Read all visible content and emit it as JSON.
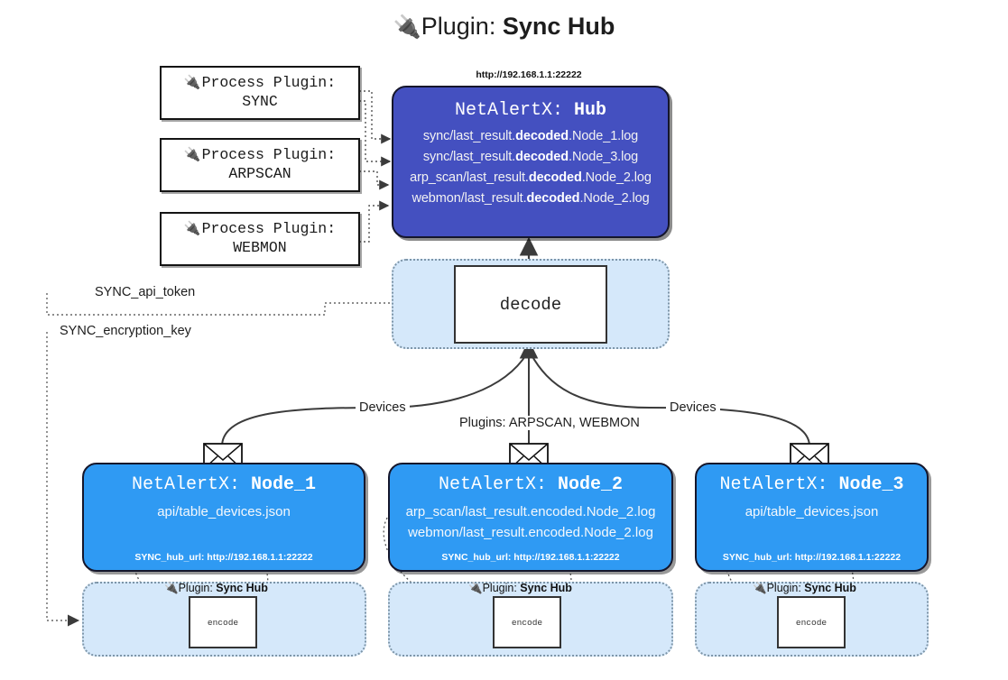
{
  "title": {
    "icon": "plug-icon",
    "glyph": "🔌",
    "prefix": "Plugin: ",
    "name": "Sync Hub"
  },
  "process_plugins": [
    {
      "line1": "Process Plugin:",
      "line2": "SYNC",
      "icon": "plug-icon",
      "glyph": "🔌"
    },
    {
      "line1": "Process Plugin:",
      "line2": "ARPSCAN",
      "icon": "plug-icon",
      "glyph": "🔌"
    },
    {
      "line1": "Process Plugin:",
      "line2": "WEBMON",
      "icon": "plug-icon",
      "glyph": "🔌"
    }
  ],
  "hub": {
    "url": "http://192.168.1.1:22222",
    "title_prefix": "NetAlertX: ",
    "title_name": "Hub",
    "logs": [
      {
        "pre": "sync/last_result.",
        "em": "decoded",
        "post": ".Node_1.log"
      },
      {
        "pre": "sync/last_result.",
        "em": "decoded",
        "post": ".Node_3.log"
      },
      {
        "pre": "arp_scan/last_result.",
        "em": "decoded",
        "post": ".Node_2.log"
      },
      {
        "pre": "webmon/last_result.",
        "em": "decoded",
        "post": ".Node_2.log"
      }
    ]
  },
  "decode": {
    "label": "decode"
  },
  "keys": {
    "api_token": "SYNC_api_token",
    "encryption_key": "SYNC_encryption_key"
  },
  "edge_labels": {
    "devices_left": "Devices",
    "devices_right": "Devices",
    "plugins_mid": "Plugins: ARPSCAN, WEBMON"
  },
  "nodes": [
    {
      "title_prefix": "NetAlertX: ",
      "title_name": "Node_1",
      "lines": [
        "api/table_devices.json"
      ],
      "footer": "SYNC_hub_url: http://192.168.1.1:22222",
      "icon": "envelope-icon"
    },
    {
      "title_prefix": "NetAlertX: ",
      "title_name": "Node_2",
      "lines": [
        "arp_scan/last_result.encoded.Node_2.log",
        "webmon/last_result.encoded.Node_2.log"
      ],
      "footer": "SYNC_hub_url: http://192.168.1.1:22222",
      "icon": "envelope-icon"
    },
    {
      "title_prefix": "NetAlertX: ",
      "title_name": "Node_3",
      "lines": [
        "api/table_devices.json"
      ],
      "footer": "SYNC_hub_url: http://192.168.1.1:22222",
      "icon": "envelope-icon"
    }
  ],
  "encode_sections": [
    {
      "plugin_label_prefix": "Plugin: ",
      "plugin_label_name": "Sync Hub",
      "box_label": "encode",
      "glyph": "🔌"
    },
    {
      "plugin_label_prefix": "Plugin: ",
      "plugin_label_name": "Sync Hub",
      "box_label": "encode",
      "glyph": "🔌"
    },
    {
      "plugin_label_prefix": "Plugin: ",
      "plugin_label_name": "Sync Hub",
      "box_label": "encode",
      "glyph": "🔌"
    }
  ],
  "colors": {
    "hub_fill": "#4450c0",
    "node_fill": "#2f9af3",
    "band_fill": "#d5e8fa",
    "band_border": "#7d95a8",
    "stroke": "#333333",
    "page_bg": "#ffffff"
  }
}
